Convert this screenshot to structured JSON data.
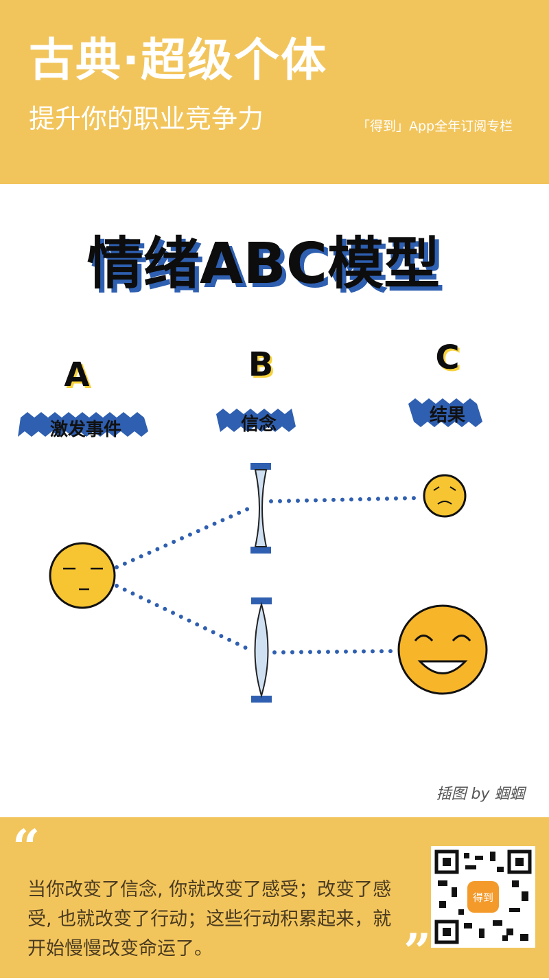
{
  "header": {
    "title": "古典·超级个体",
    "subtitle": "提升你的职业竞争力",
    "tagline": "「得到」App全年订阅专栏"
  },
  "illustration": {
    "title": "情绪ABC模型",
    "columns": [
      {
        "letter": "A",
        "label": "激发事件"
      },
      {
        "letter": "B",
        "label": "信念"
      },
      {
        "letter": "C",
        "label": "结果"
      }
    ],
    "credit": "插图 by 蝈蝈"
  },
  "footer": {
    "quote": "当你改变了信念, 你就改变了感受；改变了感受, 也就改变了行动；这些行动积累起来，就开始慢慢改变命运了。",
    "open_mark": "“",
    "close_mark": "”",
    "qr_logo": "得到"
  },
  "colors": {
    "yellow": "#f2c55c",
    "blue": "#2f5fb0",
    "face": "#f7c531"
  }
}
